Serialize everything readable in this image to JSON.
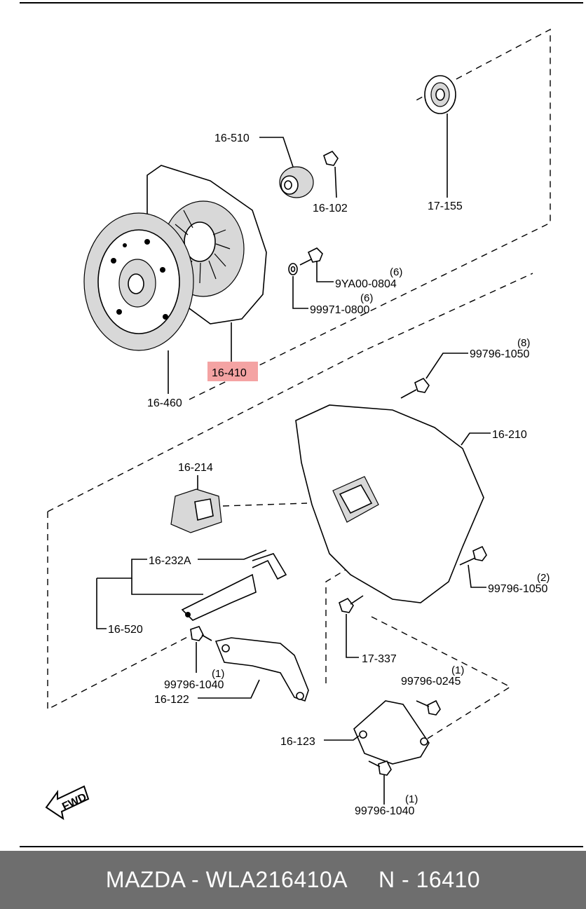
{
  "diagram": {
    "labels": {
      "p16510": "16-510",
      "p16102": "16-102",
      "p17155": "17-155",
      "p9ya00": "9YA00-0804",
      "q9ya00": "(6)",
      "p99971": "99971-0800",
      "q99971": "(6)",
      "p16410": "16-410",
      "p16460": "16-460",
      "p99796_1050a": "99796-1050",
      "q99796_1050a": "(8)",
      "p16210": "16-210",
      "p16214": "16-214",
      "p16232a": "16-232A",
      "p16520": "16-520",
      "p99796_1050b": "99796-1050",
      "q99796_1050b": "(2)",
      "p17337": "17-337",
      "p99796_1040a": "99796-1040",
      "q99796_1040a": "(1)",
      "p16122": "16-122",
      "p99796_0245": "99796-0245",
      "q99796_0245": "(1)",
      "p16123": "16-123",
      "p99796_1040b": "99796-1040",
      "q99796_1040b": "(1)",
      "fwd": "FWD"
    },
    "highlight_color": "#f4a3a3"
  },
  "footer": {
    "left": "MAZDA - WLA216410A",
    "right": "N - 16410"
  },
  "colors": {
    "footer_bg": "#6e6e6e",
    "footer_text": "#ffffff"
  }
}
